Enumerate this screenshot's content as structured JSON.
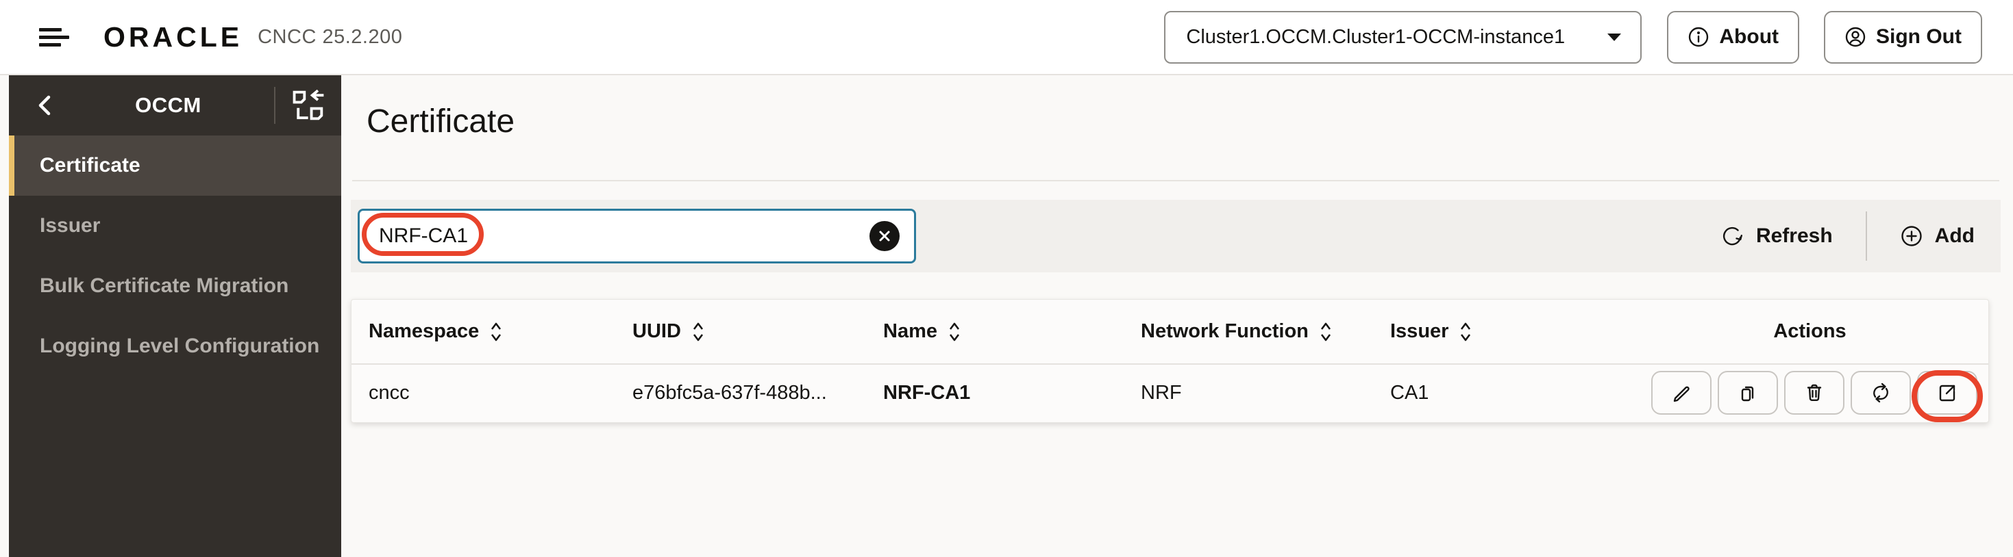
{
  "header": {
    "brand": "ORACLE",
    "product": "CNCC 25.2.200",
    "instance_selector": "Cluster1.OCCM.Cluster1-OCCM-instance1",
    "about_label": "About",
    "signout_label": "Sign Out"
  },
  "sidebar": {
    "title": "OCCM",
    "items": [
      {
        "label": "Certificate",
        "selected": true
      },
      {
        "label": "Issuer",
        "selected": false
      },
      {
        "label": "Bulk Certificate Migration",
        "selected": false
      },
      {
        "label": "Logging Level Configuration",
        "selected": false
      }
    ]
  },
  "main": {
    "page_title": "Certificate",
    "search": {
      "value": "NRF-CA1"
    },
    "toolbar": {
      "refresh_label": "Refresh",
      "add_label": "Add"
    },
    "table": {
      "columns": [
        {
          "label": "Namespace",
          "sortable": true
        },
        {
          "label": "UUID",
          "sortable": true
        },
        {
          "label": "Name",
          "sortable": true
        },
        {
          "label": "Network Function",
          "sortable": true
        },
        {
          "label": "Issuer",
          "sortable": true
        },
        {
          "label": "Actions",
          "sortable": false
        }
      ],
      "rows": [
        {
          "namespace": "cncc",
          "uuid": "e76bfc5a-637f-488b...",
          "name": "NRF-CA1",
          "network_function": "NRF",
          "issuer": "CA1"
        }
      ],
      "row_actions": [
        "edit",
        "copy",
        "delete",
        "recreate",
        "export"
      ]
    }
  },
  "annotations": {
    "highlighted_search_value": "NRF-CA1",
    "highlighted_action": "export"
  },
  "icons": {
    "menu-icon": "hamburger",
    "caret-down-icon": "▼",
    "info-icon": "ⓘ",
    "user-icon": "person-circle",
    "chevron-left-icon": "‹",
    "app-switcher-icon": "two-pages-swap-arrows",
    "clear-icon": "✕ in filled circle",
    "refresh-icon": "⟳",
    "add-icon": "⊕",
    "sort-icon": "up/down chevrons",
    "pencil-icon": "✎",
    "copy-icon": "two sheets",
    "trash-icon": "🗑",
    "renew-icon": "cyclic arrows",
    "export-icon": "square with out arrow"
  },
  "colors": {
    "sidebar_bg": "#332f2b",
    "sidebar_selected_bg": "#4b4540",
    "accent_gold": "#e9c06a",
    "annotation_red": "#e8432b",
    "search_focus_border": "#2c7b9c",
    "toolbar_bg": "#f1efec",
    "content_bg": "#faf9f7",
    "text_primary": "#161513"
  }
}
